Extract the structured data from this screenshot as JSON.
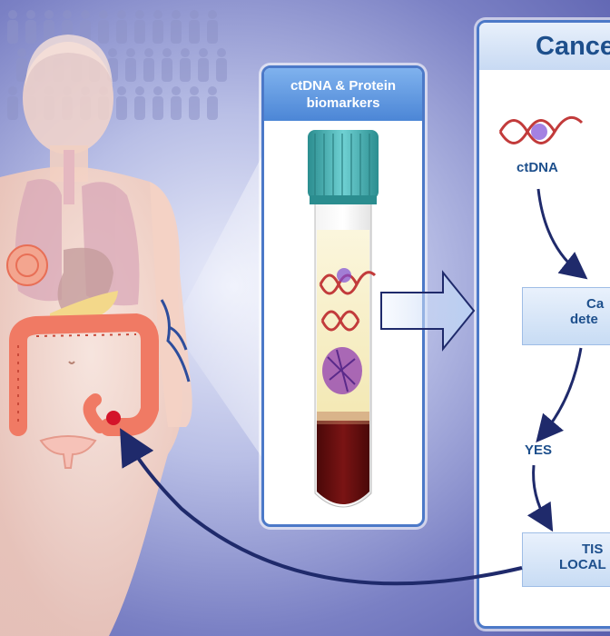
{
  "tube_panel": {
    "title_line1": "ctDNA & Protein",
    "title_line2": "biomarkers"
  },
  "test_panel": {
    "title": "Cance",
    "ctdna_label": "ctDNA",
    "detection_line1": "Ca",
    "detection_line2": "dete",
    "yes_label": "YES",
    "tissue_line1": "TIS",
    "tissue_line2": "LOCAL"
  },
  "colors": {
    "panel_border": "#4c79c8",
    "header_blue": "#4c86d6",
    "text_navy": "#1d4f8c",
    "arrow_navy": "#1f2a6b",
    "colon": "#f07a64",
    "tumor": "#d4142a",
    "blood": "#6a0f0f",
    "cap": "#3fb3b6"
  },
  "icons": [
    "crowd-silhouettes",
    "human-body",
    "lung",
    "stomach",
    "colon",
    "uterus",
    "tumor",
    "vein",
    "test-tube",
    "dna-helix",
    "protein",
    "flow-arrow"
  ]
}
